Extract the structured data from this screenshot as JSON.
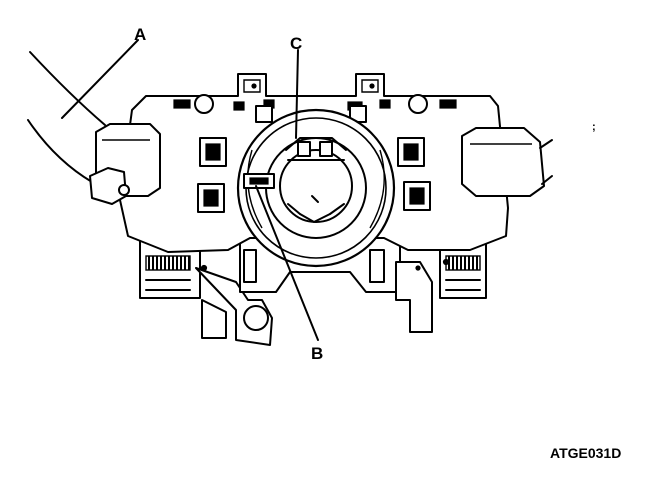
{
  "labels": {
    "a": "A",
    "b": "B",
    "c": "C"
  },
  "figure_code": "ATGE031D",
  "stray_mark": ";"
}
